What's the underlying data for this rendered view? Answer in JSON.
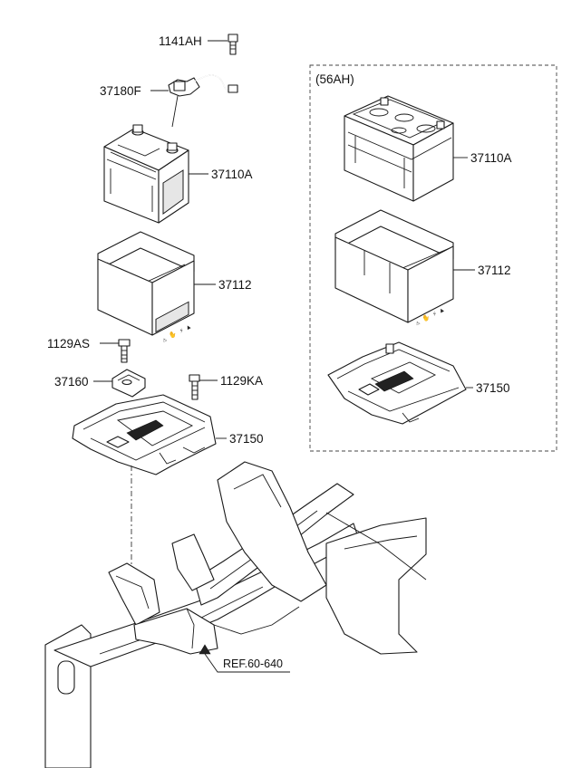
{
  "labels": {
    "bolt_top": "1141AH",
    "cable": "37180F",
    "battery_left": "37110A",
    "tray_left": "37112",
    "bolt_1129as": "1129AS",
    "bracket": "37160",
    "bolt_1129ka": "1129KA",
    "base_left": "37150",
    "variant_title": "(56AH)",
    "battery_right": "37110A",
    "tray_right": "37112",
    "base_right": "37150",
    "reference": "REF.60-640"
  }
}
